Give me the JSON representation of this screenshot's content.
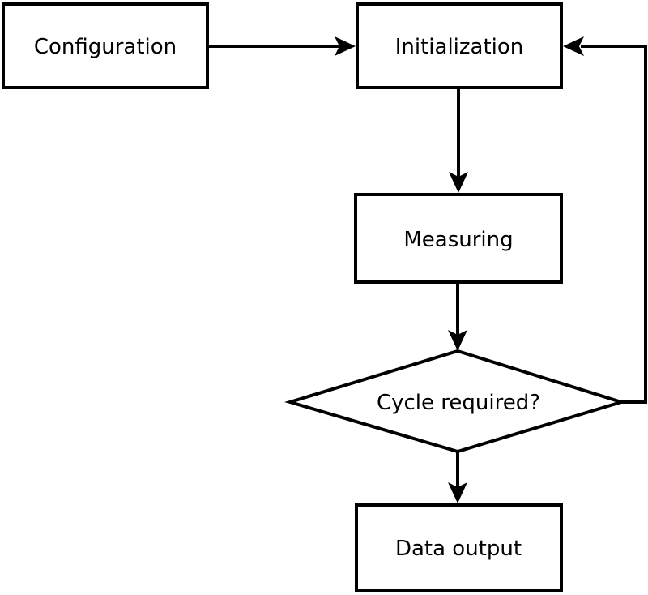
{
  "flowchart": {
    "nodes": {
      "configuration": {
        "label": "Configuration",
        "type": "process"
      },
      "initialization": {
        "label": "Initialization",
        "type": "process"
      },
      "measuring": {
        "label": "Measuring",
        "type": "process"
      },
      "cycle_required": {
        "label": "Cycle required?",
        "type": "decision"
      },
      "data_output": {
        "label": "Data output",
        "type": "process"
      }
    },
    "edges": [
      {
        "from": "configuration",
        "to": "initialization",
        "style": "arrow"
      },
      {
        "from": "initialization",
        "to": "measuring",
        "style": "arrow"
      },
      {
        "from": "measuring",
        "to": "cycle_required",
        "style": "arrow"
      },
      {
        "from": "cycle_required",
        "to": "data_output",
        "style": "arrow"
      },
      {
        "from": "cycle_required",
        "to": "initialization",
        "style": "arrow",
        "route": "right-side feedback loop"
      }
    ],
    "colors": {
      "background": "#ffffff",
      "shape_fill": "#ffffff",
      "stroke": "#000000",
      "text": "#000000"
    }
  }
}
